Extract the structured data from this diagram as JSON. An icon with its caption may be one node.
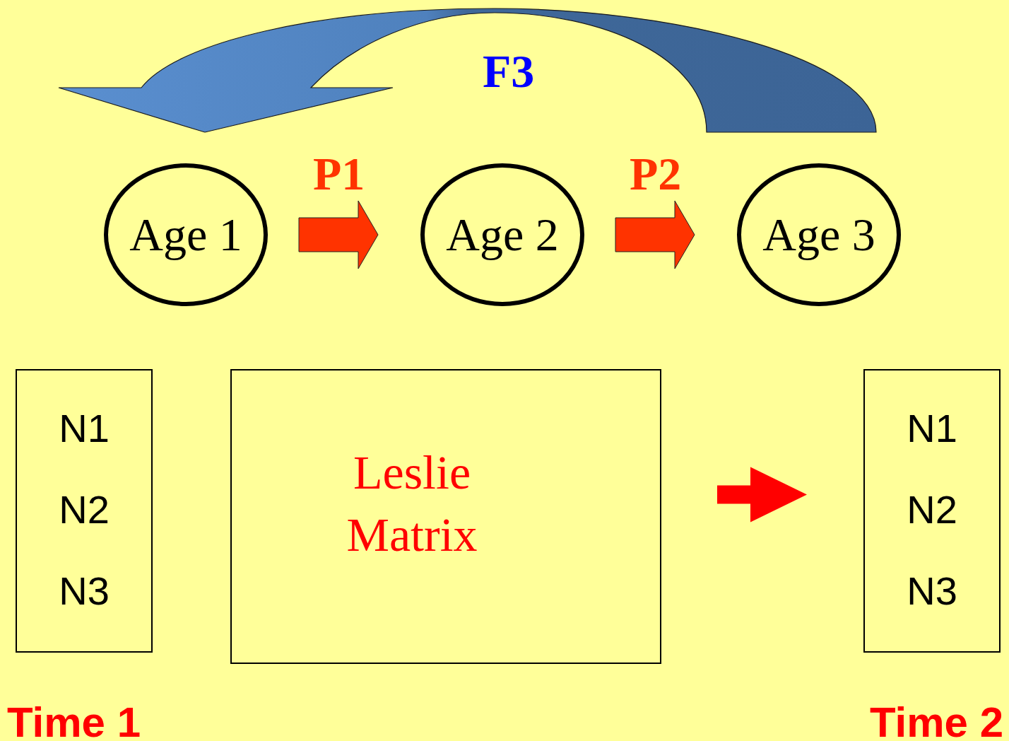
{
  "diagram": {
    "nodes": [
      {
        "text": [
          "Age 1"
        ]
      },
      {
        "text": [
          "Age 2"
        ]
      },
      {
        "text": [
          "Age 3"
        ]
      },
      {
        "text": [
          "N1",
          "N2",
          "N3"
        ],
        "beside": [
          "Time 1"
        ]
      },
      {
        "text": [
          "Leslie Matrix"
        ]
      },
      {
        "text": [
          "N1",
          "N2",
          "N3"
        ],
        "beside": [
          "Time 2"
        ]
      }
    ],
    "edges": [
      {
        "from": 0,
        "to": 1,
        "arrow": "to",
        "label": "P1",
        "style": "thick"
      },
      {
        "from": 1,
        "to": 2,
        "arrow": "to",
        "label": "P2",
        "style": "thick"
      },
      {
        "from": 2,
        "to": 0,
        "arrow": "to",
        "label": "F3",
        "style": "thick",
        "color": "#4f81bd"
      },
      {
        "from": 4,
        "to": 5,
        "arrow": "to",
        "style": "thick",
        "color": "#ff0000"
      }
    ]
  }
}
